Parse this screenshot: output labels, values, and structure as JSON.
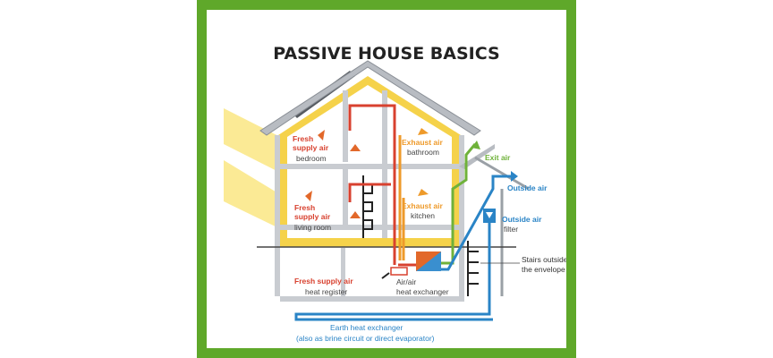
{
  "title": "PASSIVE HOUSE BASICS",
  "colors": {
    "frame": "#5fa82a",
    "supply": "#d8412f",
    "exhaust": "#ee9a2a",
    "exit": "#6fb23a",
    "outside": "#2a84c6",
    "insulation": "#f5d24a",
    "wall": "#c9ccd1",
    "sun": "#fbe88a"
  },
  "labels": {
    "bedroom_supply": "Fresh\nsupply air",
    "bedroom": "bedroom",
    "living_supply": "Fresh\nsupply air",
    "living_room": "living room",
    "bath_exhaust": "Exhaust air",
    "bathroom": "bathroom",
    "kitchen_exhaust": "Exhaust air",
    "kitchen": "kitchen",
    "exit_air": "Exit air",
    "outside_air": "Outside air",
    "outside_filter": "Outside air",
    "filter": "filter",
    "stairs": "Stairs outside\nthe envelope",
    "fresh_register": "Fresh supply air",
    "heat_register": "heat register",
    "heat_exchanger_a": "Air/air",
    "heat_exchanger_b": "heat exchanger",
    "earth_exchanger": "Earth heat exchanger",
    "brine_note": "(also as brine circuit or direct evaporator)"
  }
}
